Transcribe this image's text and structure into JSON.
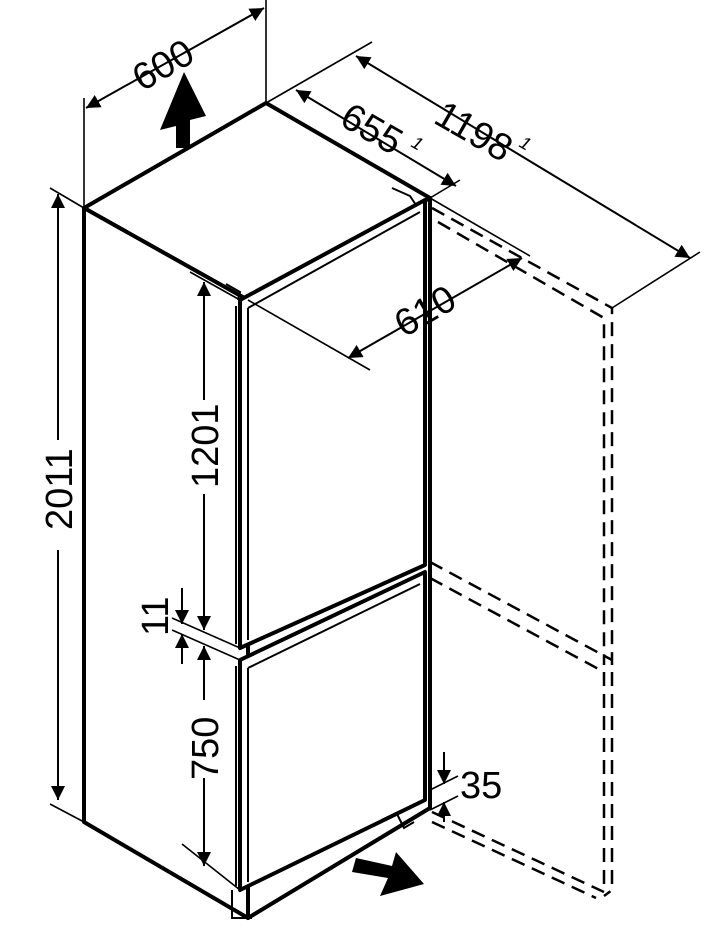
{
  "dimensions": {
    "width": "600",
    "depth_door": "655",
    "depth_door_sup": "1",
    "depth_open": "1198",
    "depth_open_sup": "1",
    "depth_body": "610",
    "height_total": "2011",
    "height_fridge_door": "1201",
    "gap": "11",
    "height_freezer_door": "750",
    "plinth": "35"
  }
}
